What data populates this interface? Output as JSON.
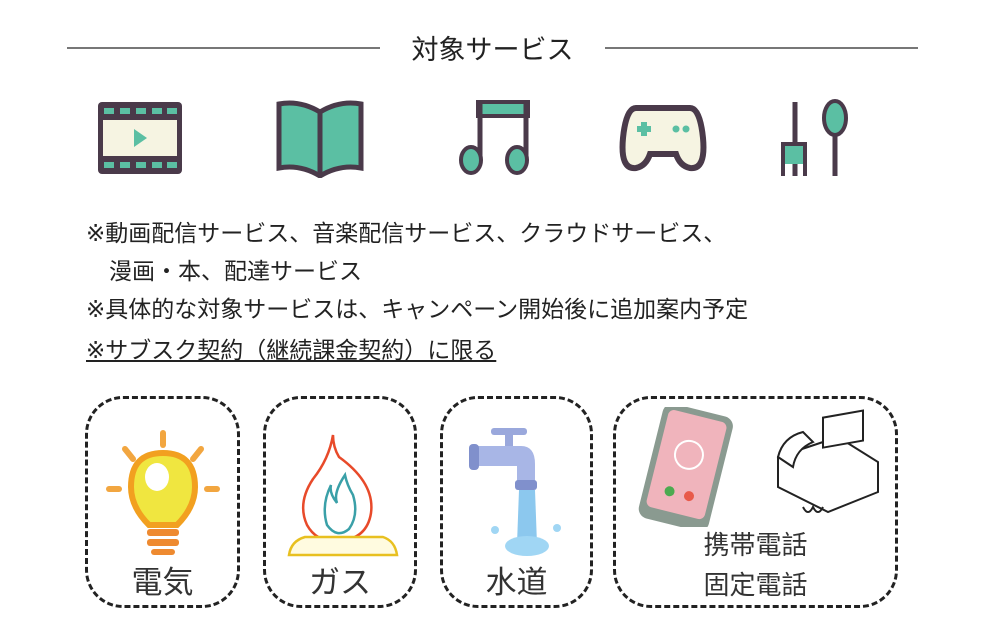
{
  "header": {
    "title": "対象サービス"
  },
  "services_icons": [
    "film-icon",
    "book-icon",
    "music-note-icon",
    "game-controller-icon",
    "fork-spoon-icon"
  ],
  "notes": [
    "※動画配信サービス、音楽配信サービス、クラウドサービス、",
    "　漫画・本、配達サービス",
    "※具体的な対象サービスは、キャンペーン開始後に追加案内予定",
    "※サブスク契約（継続課金契約）に限る"
  ],
  "cards": [
    {
      "label": "電気",
      "icon": "light-bulb-icon"
    },
    {
      "label": "ガス",
      "icon": "gas-flame-icon"
    },
    {
      "label": "水道",
      "icon": "water-faucet-icon"
    },
    {
      "label_line1": "携帯電話",
      "label_line2": "固定電話",
      "icon": "phone-icon"
    }
  ],
  "colors": {
    "teal": "#5bbfa3",
    "dark": "#4a3a4a",
    "cream": "#f6f4e2"
  }
}
